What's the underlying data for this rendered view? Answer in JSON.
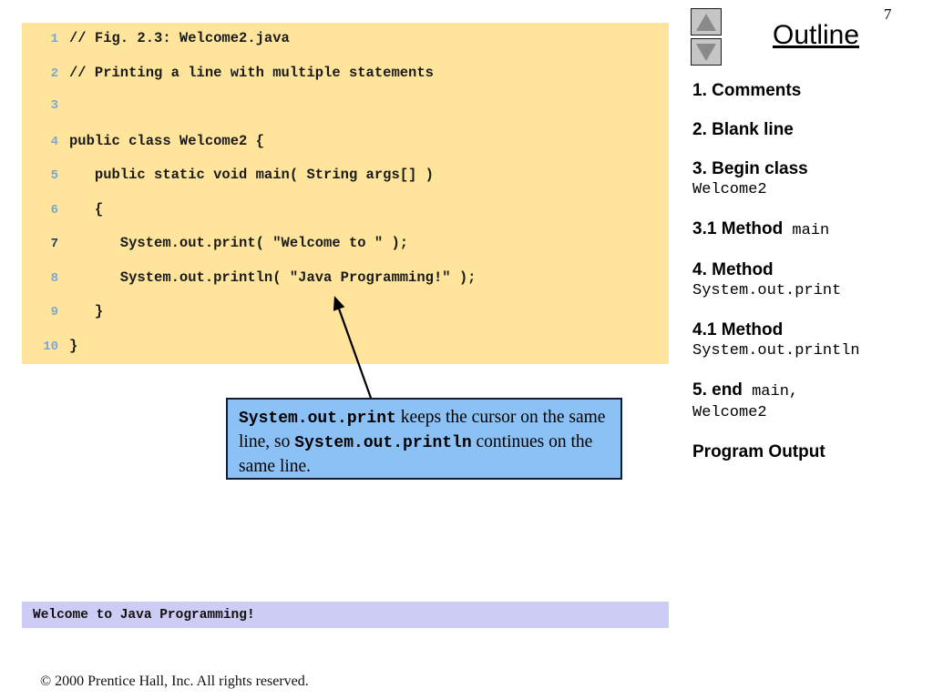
{
  "page": {
    "number": "7",
    "copyright": "© 2000 Prentice Hall, Inc.  All rights reserved."
  },
  "code_listing": {
    "background_color": "#ffe49c",
    "lineno_color": "#7ba7d7",
    "lineno_highlight_color": "#1f3d6e",
    "lines": [
      {
        "no": "1",
        "text": "// Fig. 2.3: Welcome2.java",
        "highlight": false
      },
      {
        "no": "2",
        "text": "// Printing a line with multiple statements",
        "highlight": false
      },
      {
        "no": "3",
        "text": "",
        "highlight": false
      },
      {
        "no": "4",
        "text": "public class Welcome2 {",
        "highlight": false
      },
      {
        "no": "5",
        "text": "   public static void main( String args[] )",
        "highlight": false
      },
      {
        "no": "6",
        "text": "   {",
        "highlight": false
      },
      {
        "no": "7",
        "text": "      System.out.print( \"Welcome to \" );",
        "highlight": true
      },
      {
        "no": "8",
        "text": "      System.out.println( \"Java Programming!\" );",
        "highlight": false
      },
      {
        "no": "9",
        "text": "   }",
        "highlight": false
      },
      {
        "no": "10",
        "text": "}",
        "highlight": false
      }
    ]
  },
  "callout": {
    "background_color": "#8cc1f5",
    "border_color": "#1a1a2e",
    "segments": [
      {
        "text": "System.out.print",
        "mono": true
      },
      {
        "text": " keeps the cursor on the same line, so ",
        "mono": false
      },
      {
        "text": "System.out.println",
        "mono": true
      },
      {
        "text": " continues on the same line.",
        "mono": false
      }
    ],
    "plain_text": "System.out.print keeps the cursor on the same line, so System.out.println continues on the same line."
  },
  "program_output": {
    "background_color": "#ccccf4",
    "text": "Welcome to Java Programming!"
  },
  "outline": {
    "title": "Outline",
    "nav": {
      "up_label": "up-triangle",
      "down_label": "down-triangle"
    },
    "items": [
      {
        "label": "1. Comments",
        "code_suffix": "",
        "code_line": ""
      },
      {
        "label": "2. Blank line",
        "code_suffix": "",
        "code_line": ""
      },
      {
        "label": "3. Begin class",
        "code_suffix": "",
        "code_line": "Welcome2"
      },
      {
        "label": "3.1 Method",
        "code_suffix": "main",
        "code_line": ""
      },
      {
        "label": "4. Method",
        "code_suffix": "",
        "code_line": "System.out.print"
      },
      {
        "label": "4.1 Method",
        "code_suffix": "",
        "code_line": "System.out.println"
      },
      {
        "label": "5. end",
        "code_suffix": "main,",
        "code_line": "Welcome2"
      },
      {
        "label": "Program Output",
        "code_suffix": "",
        "code_line": ""
      }
    ]
  }
}
